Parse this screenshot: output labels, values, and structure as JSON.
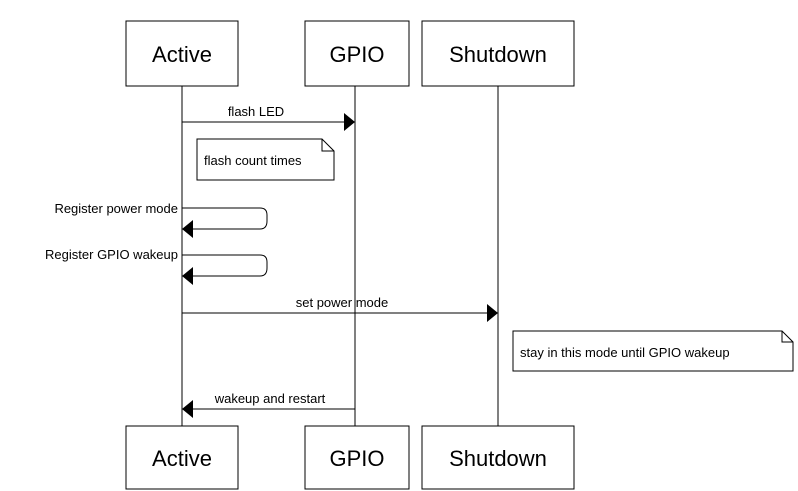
{
  "participants": {
    "active": "Active",
    "gpio": "GPIO",
    "shutdown": "Shutdown"
  },
  "messages": {
    "flash_led": "flash LED",
    "register_power_mode": "Register power mode",
    "register_gpio_wakeup": "Register GPIO wakeup",
    "set_power_mode": "set power mode",
    "wakeup_and_restart": "wakeup and restart"
  },
  "notes": {
    "flash_count": "flash count times",
    "stay_in_mode": "stay in this mode until GPIO wakeup"
  }
}
